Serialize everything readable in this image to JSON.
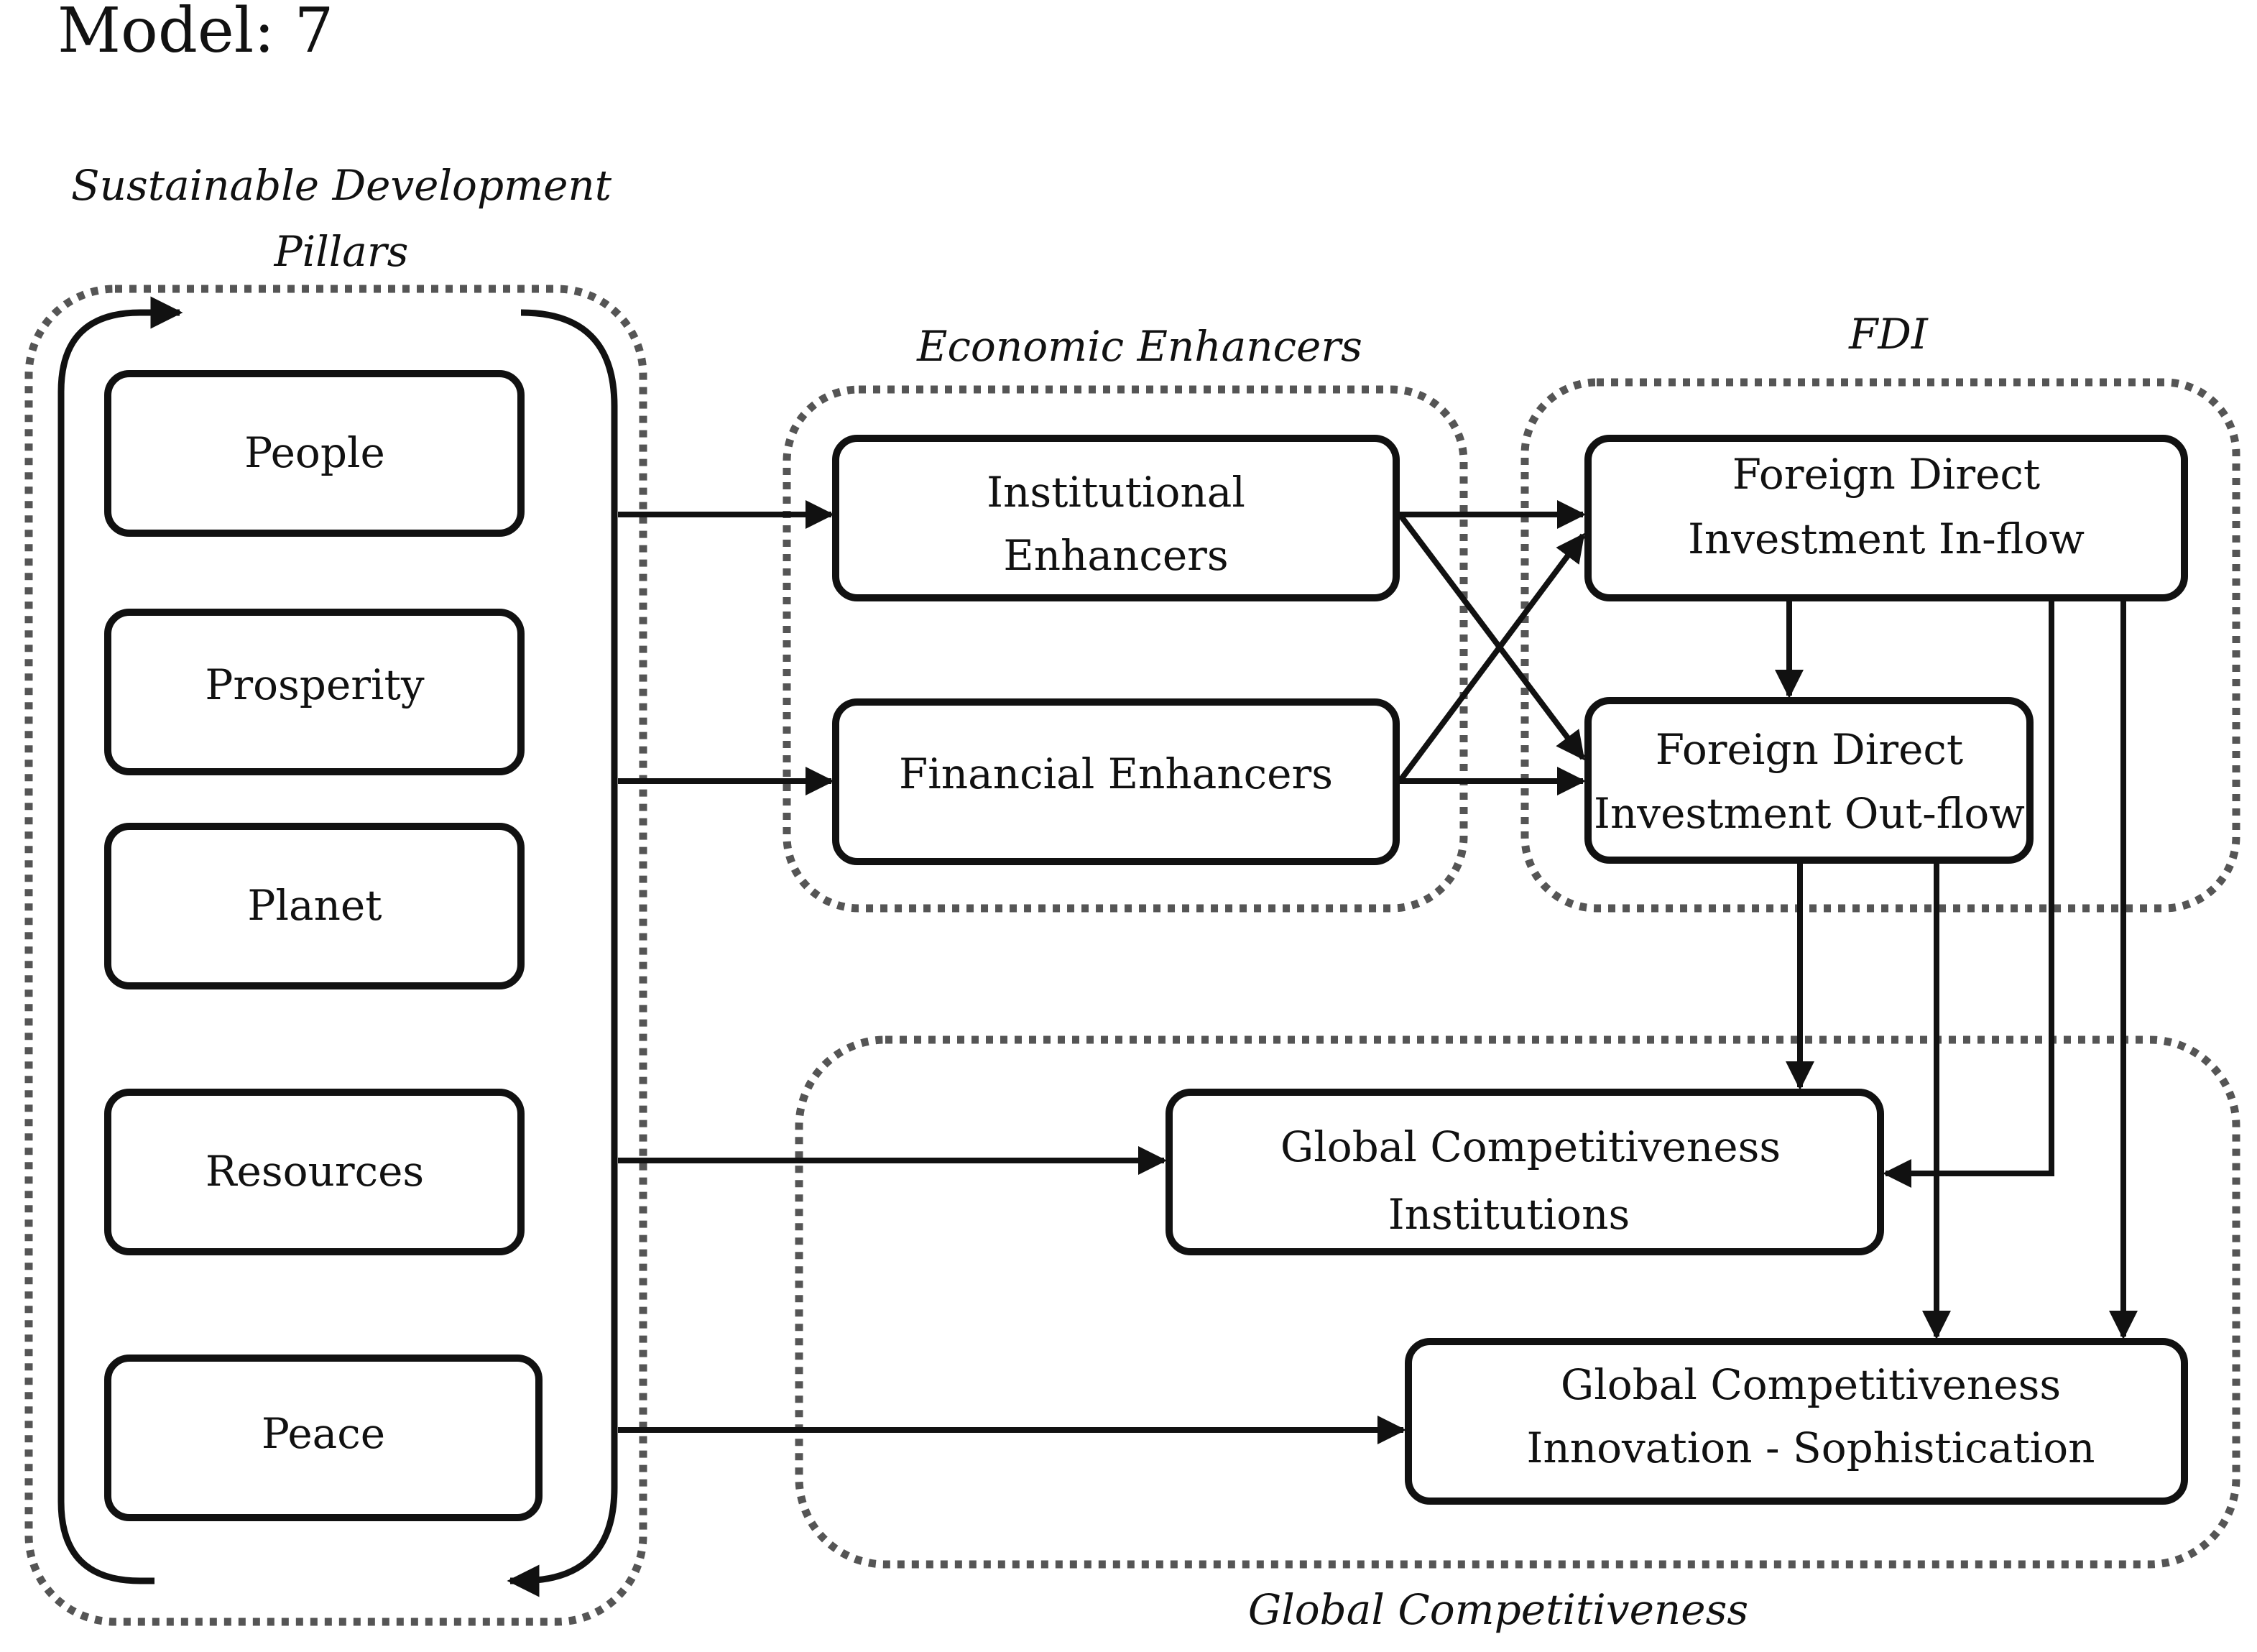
{
  "title": "Model: 7",
  "groups": {
    "pillars": {
      "label_line1": "Sustainable Development",
      "label_line2": "Pillars"
    },
    "economic": {
      "label": "Economic Enhancers"
    },
    "fdi": {
      "label": "FDI"
    },
    "global": {
      "label": "Global Competitiveness"
    }
  },
  "pillars": {
    "people": "People",
    "prosperity": "Prosperity",
    "planet": "Planet",
    "resources": "Resources",
    "peace": "Peace"
  },
  "enhancers": {
    "institutional": {
      "line1": "Institutional",
      "line2": "Enhancers"
    },
    "financial": {
      "line1": "Financial Enhancers"
    }
  },
  "fdi_nodes": {
    "inflow": {
      "line1": "Foreign Direct",
      "line2": "Investment  In-flow"
    },
    "outflow": {
      "line1": "Foreign Direct",
      "line2": "Investment Out-flow"
    }
  },
  "gc_nodes": {
    "institutions": {
      "line1": "Global Competitiveness",
      "line2": "Institutions"
    },
    "innovation": {
      "line1": "Global Competitiveness",
      "line2": "Innovation - Sophistication"
    }
  }
}
